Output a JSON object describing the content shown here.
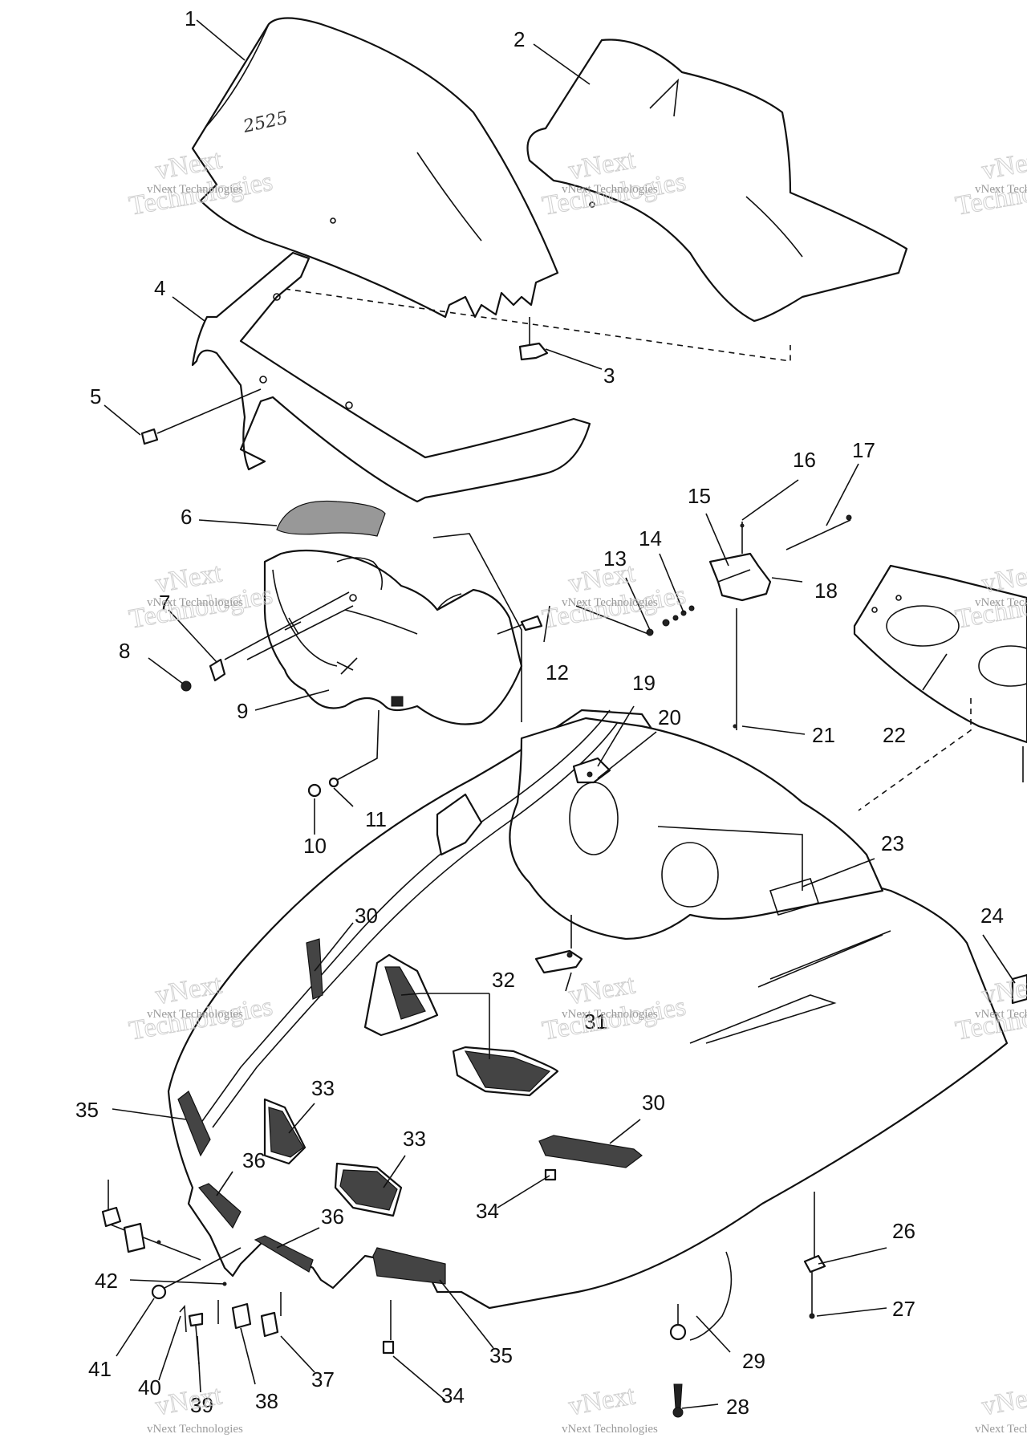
{
  "watermark": {
    "brand_line1": "vNext",
    "brand_line2": "Technologies",
    "caption": "vNext Technologies"
  },
  "handwriting": "2525",
  "callouts": [
    "1",
    "2",
    "3",
    "4",
    "5",
    "6",
    "7",
    "8",
    "9",
    "10",
    "11",
    "12",
    "13",
    "14",
    "15",
    "16",
    "17",
    "18",
    "19",
    "20",
    "21",
    "22",
    "23",
    "24",
    "26",
    "27",
    "28",
    "29",
    "30",
    "31",
    "32",
    "33",
    "34",
    "35",
    "36",
    "37",
    "38",
    "39",
    "40",
    "41",
    "42",
    "30",
    "33",
    "34",
    "35",
    "36"
  ]
}
